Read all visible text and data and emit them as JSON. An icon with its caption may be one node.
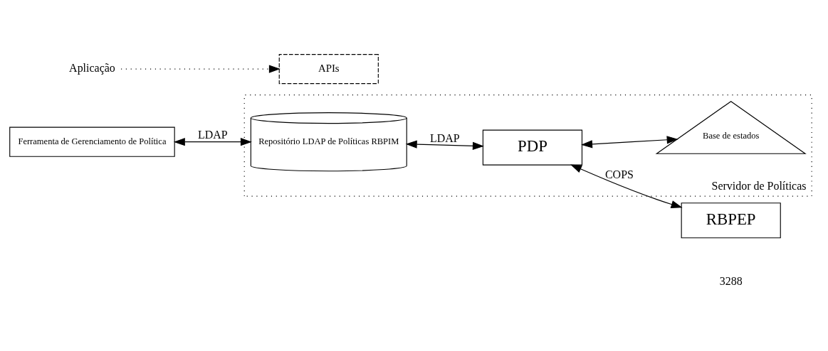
{
  "diagram": {
    "nodes": [
      {
        "text": [
          "Ferramenta de Gerenciamento de Política"
        ]
      },
      {
        "text": [
          "Servidor de Políticas"
        ]
      },
      {
        "text": [
          "Repositório LDAP de Políticas RBPIM"
        ],
        "in": 1
      },
      {
        "text": [
          "PDP"
        ],
        "in": 1
      },
      {
        "text": [
          "Base de estados"
        ],
        "in": 1
      },
      {
        "text": [
          "RBPEP"
        ]
      },
      {
        "text": [
          "APIs"
        ]
      },
      {
        "text": [
          "Aplicação"
        ]
      }
    ],
    "edges": [
      {
        "from": 0,
        "to": 2,
        "arrow": "both",
        "label": "LDAP"
      },
      {
        "from": 2,
        "to": 3,
        "arrow": "both",
        "label": "LDAP"
      },
      {
        "from": 3,
        "to": 4,
        "arrow": "both"
      },
      {
        "from": 3,
        "to": 5,
        "arrow": "both",
        "label": "COPS"
      },
      {
        "from": 7,
        "to": 6,
        "arrow": "to",
        "style": "dashed"
      }
    ],
    "labels": [
      "3288"
    ]
  }
}
